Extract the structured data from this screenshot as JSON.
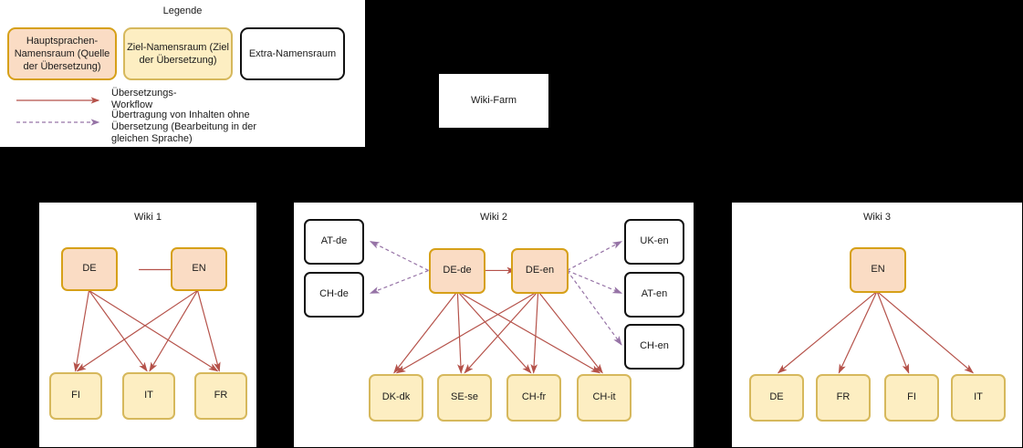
{
  "legend": {
    "title": "Legende",
    "boxes": [
      {
        "label": "Hauptsprachen-Namensraum (Quelle der Übersetzung)",
        "kind": "source"
      },
      {
        "label": "Ziel-Namensraum (Ziel der Übersetzung)",
        "kind": "target"
      },
      {
        "label": "Extra-Namensraum",
        "kind": "extra"
      }
    ],
    "entries": [
      {
        "label": "Übersetzungs-\nWorkflow",
        "style": "solid",
        "color": "#b5524a"
      },
      {
        "label": "Übertragung von Inhalten ohne Übersetzung (Bearbeitung in der gleichen Sprache)",
        "style": "dashed",
        "color": "#9673a6"
      }
    ]
  },
  "farm": {
    "label": "Wiki-Farm"
  },
  "colors": {
    "workflow_arrow": "#b5524a",
    "transfer_arrow": "#9673a6",
    "source_fill": "#fadcc4",
    "source_border": "#d6a018",
    "target_fill": "#fdeec2",
    "target_border": "#d6b85c",
    "extra_fill": "#ffffff",
    "extra_border": "#111111",
    "panel_bg": "#ffffff",
    "background": "#000000"
  },
  "wikis": [
    {
      "title": "Wiki 1",
      "sources": [
        "DE",
        "EN"
      ],
      "targets": [
        "FI",
        "IT",
        "FR"
      ],
      "extras": []
    },
    {
      "title": "Wiki 2",
      "sources": [
        "DE-de",
        "DE-en"
      ],
      "targets": [
        "DK-dk",
        "SE-se",
        "CH-fr",
        "CH-it"
      ],
      "extras": [
        "AT-de",
        "CH-de",
        "UK-en",
        "AT-en",
        "CH-en"
      ]
    },
    {
      "title": "Wiki 3",
      "sources": [
        "EN"
      ],
      "targets": [
        "DE",
        "FR",
        "FI",
        "IT"
      ],
      "extras": []
    }
  ]
}
